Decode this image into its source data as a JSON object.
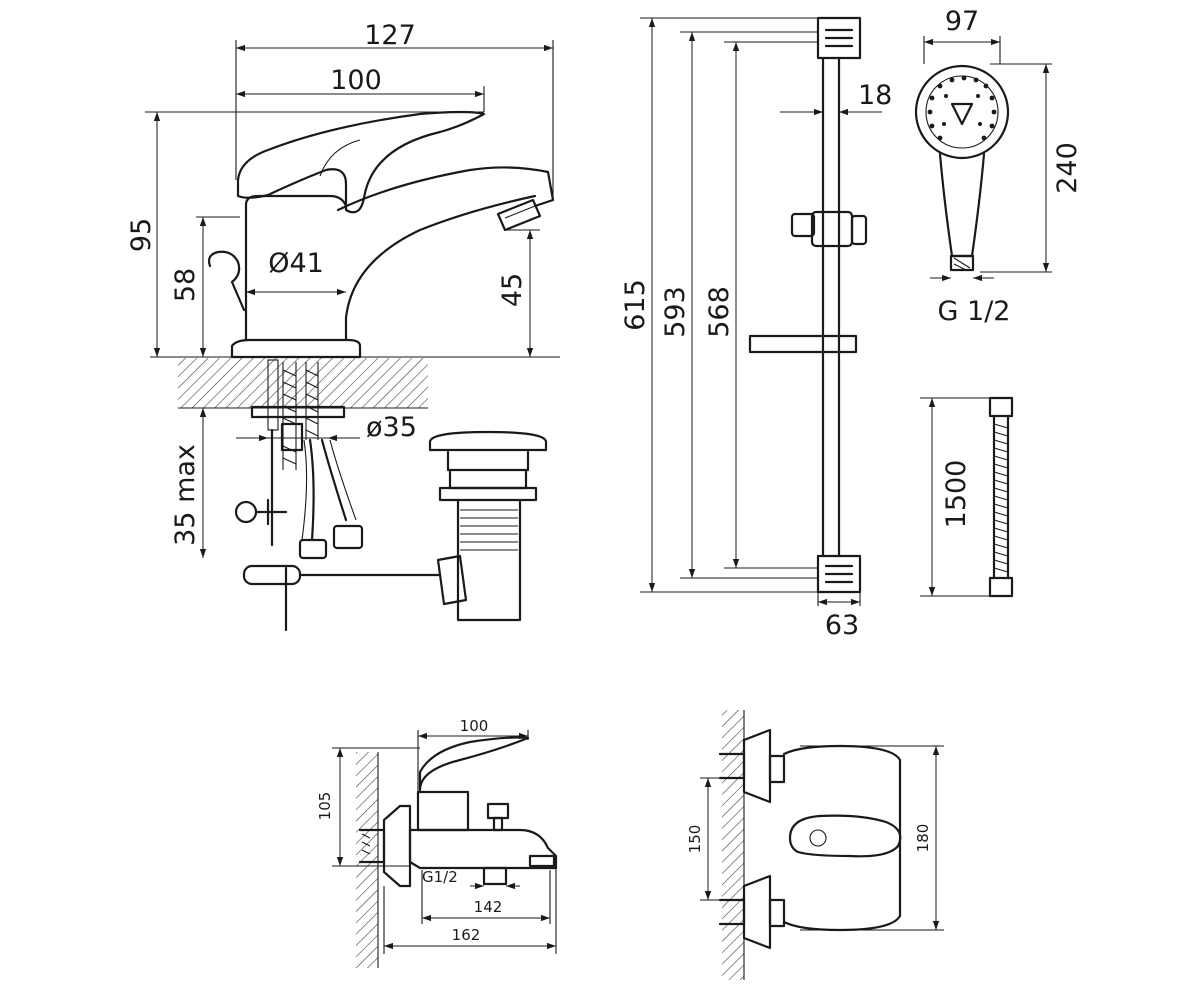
{
  "basin_mixer": {
    "dims": {
      "width_total": "127",
      "lever_length": "100",
      "height_total": "95",
      "lever_height": "58",
      "spout_height": "45",
      "body_diameter": "Ø41",
      "hole_diameter": "ø35",
      "deck_thickness": "35 max"
    }
  },
  "shower_rail": {
    "dims": {
      "length_total": "615",
      "length_fixing": "593",
      "length_rail": "568",
      "rail_diameter": "18",
      "bracket_depth": "63"
    }
  },
  "hand_shower": {
    "dims": {
      "head_diameter": "97",
      "length": "240",
      "thread": "G 1/2"
    }
  },
  "hose": {
    "dims": {
      "length": "1500"
    }
  },
  "bath_mixer": {
    "dims": {
      "lever_length": "100",
      "height": "105",
      "outlet_thread": "G1/2",
      "spout_reach": "142",
      "overall_depth": "162"
    }
  },
  "bath_mixer_front": {
    "dims": {
      "spacing": "150",
      "overall_height": "180"
    }
  }
}
